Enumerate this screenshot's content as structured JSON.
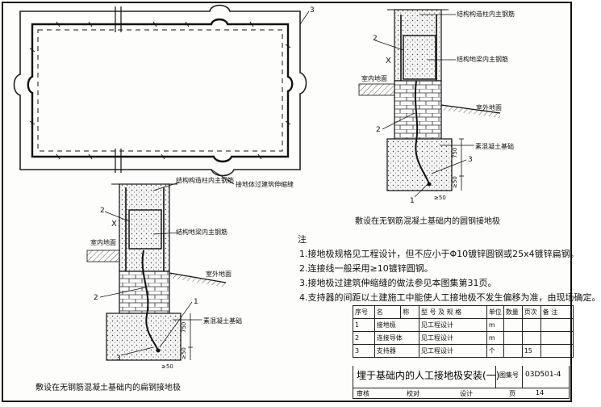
{
  "labels": {
    "num3_top": "3",
    "num2_a": "2",
    "num2_b": "2",
    "num2_c": "2",
    "num2_d": "2",
    "num1_a": "1",
    "num1_b": "1",
    "num3_a": "3",
    "num3_b": "3",
    "expansion_joint": "接地体过建筑伸缩缝",
    "col_main_bar_r": "结构构造柱内主钢筋",
    "beam_main_bar_r": "结构地梁内主钢筋",
    "indoor_r": "室内地面",
    "outdoor_r": "室外地面",
    "footing_r": "素混凝土基础",
    "dim750_r": "750",
    "dim50_r": "≥50",
    "dim50b_r": "≥50",
    "col_main_bar_l": "结构构造柱内主钢筋",
    "beam_main_bar_l": "结构地梁内主钢筋",
    "indoor_l": "室内地面",
    "outdoor_l": "室外地面",
    "footing_l": "素混凝土基础",
    "dim750_l": "750",
    "dim50_l": "≥50",
    "dim50b_l": "≥50",
    "caption_right": "敷设在无钢筋混凝土基础内的圆钢接地极",
    "caption_left": "敷设在无钢筋混凝土基础内的扁钢接地极"
  },
  "notes": {
    "heading": "注",
    "items": [
      "1.接地极规格见工程设计，但不应小于Φ10镀锌圆钢或25x4镀锌扁钢。",
      "2.连接线一般采用≥10镀锌圆钢。",
      "3.接地极过建筑伸缩缝的做法参见本图集第31页。",
      "4.支持器的间距以土建施工中能使人工接地极不发生偏移为准，由现场确定。"
    ]
  },
  "table": {
    "header": [
      "序号",
      "名",
      "称",
      "型 号 及 规 格",
      "单位",
      "数量",
      "页次",
      "备 注"
    ],
    "rows": [
      [
        "1",
        "接地极",
        "",
        "见工程设计",
        "m",
        "",
        "",
        ""
      ],
      [
        "2",
        "连接导体",
        "",
        "见工程设计",
        "m",
        "",
        "",
        ""
      ],
      [
        "3",
        "支持器",
        "",
        "见工程设计",
        "个",
        "",
        "15",
        ""
      ]
    ]
  },
  "title_block": {
    "title": "埋于基础内的人工接地极安装(一)",
    "atlas_label": "图集号",
    "atlas_no": "03D501-4",
    "review": "审核",
    "check": "校对",
    "design": "设计",
    "page_label": "页",
    "page_no": "14"
  }
}
